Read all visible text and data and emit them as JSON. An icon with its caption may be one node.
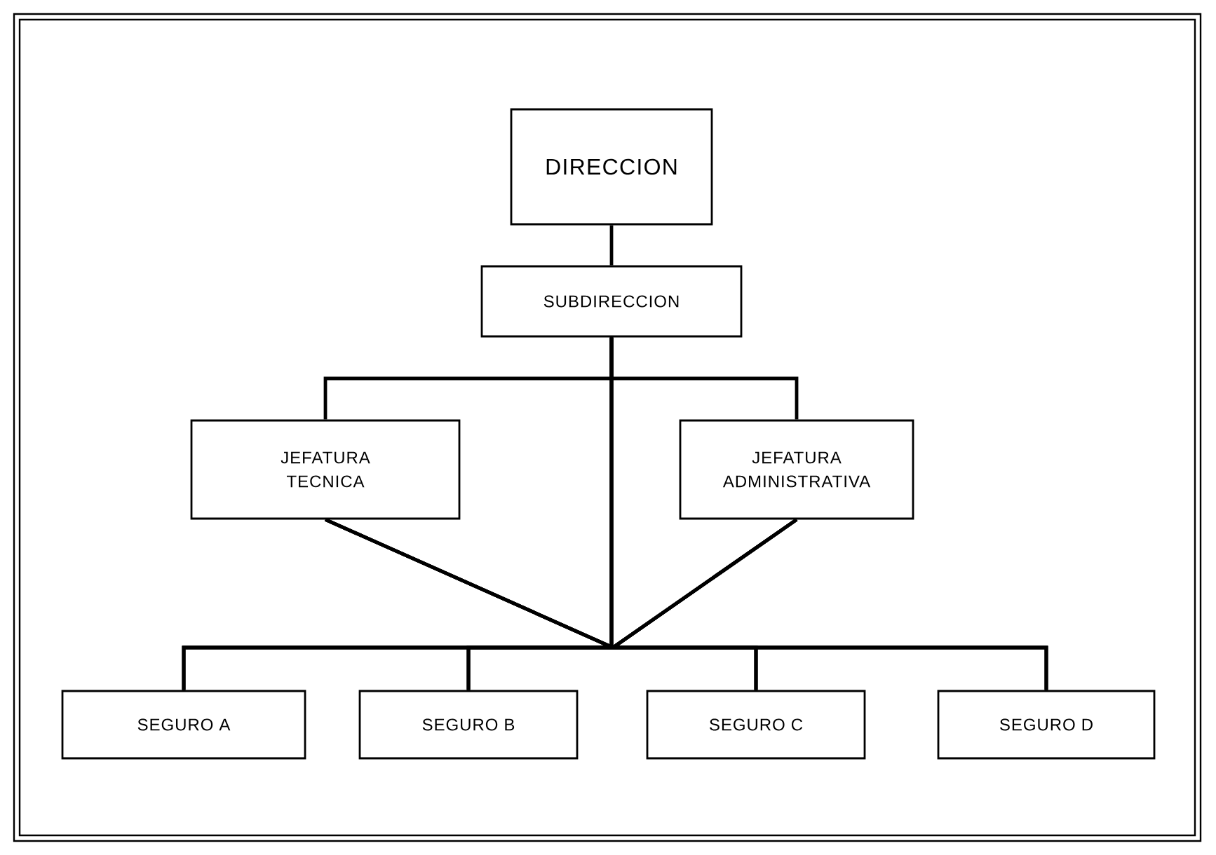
{
  "diagram": {
    "nodes": [
      {
        "text": [
          "DIRECCION"
        ]
      },
      {
        "text": [
          "SUBDIRECCION"
        ]
      },
      {
        "text": [
          "JEFATURA TECNICA"
        ]
      },
      {
        "text": [
          "JEFATURA ADMINISTRATIVA"
        ]
      },
      {
        "text": [
          "SEGURO A"
        ]
      },
      {
        "text": [
          "SEGURO B"
        ]
      },
      {
        "text": [
          "SEGURO C"
        ]
      },
      {
        "text": [
          "SEGURO D"
        ]
      }
    ],
    "edges": [
      {
        "from": 0,
        "to": 1,
        "arrow": "none"
      },
      {
        "from": 1,
        "to": 2,
        "arrow": "none"
      },
      {
        "from": 1,
        "to": 3,
        "arrow": "none"
      },
      {
        "from": 1,
        "to": 4,
        "arrow": "none"
      },
      {
        "from": 1,
        "to": 5,
        "arrow": "none"
      },
      {
        "from": 1,
        "to": 6,
        "arrow": "none"
      },
      {
        "from": 1,
        "to": 7,
        "arrow": "none"
      },
      {
        "from": 2,
        "to": 4,
        "arrow": "none"
      },
      {
        "from": 2,
        "to": 5,
        "arrow": "none"
      },
      {
        "from": 2,
        "to": 6,
        "arrow": "none"
      },
      {
        "from": 2,
        "to": 7,
        "arrow": "none"
      },
      {
        "from": 3,
        "to": 4,
        "arrow": "none"
      },
      {
        "from": 3,
        "to": 5,
        "arrow": "none"
      },
      {
        "from": 3,
        "to": 6,
        "arrow": "none"
      },
      {
        "from": 3,
        "to": 7,
        "arrow": "none"
      }
    ]
  }
}
